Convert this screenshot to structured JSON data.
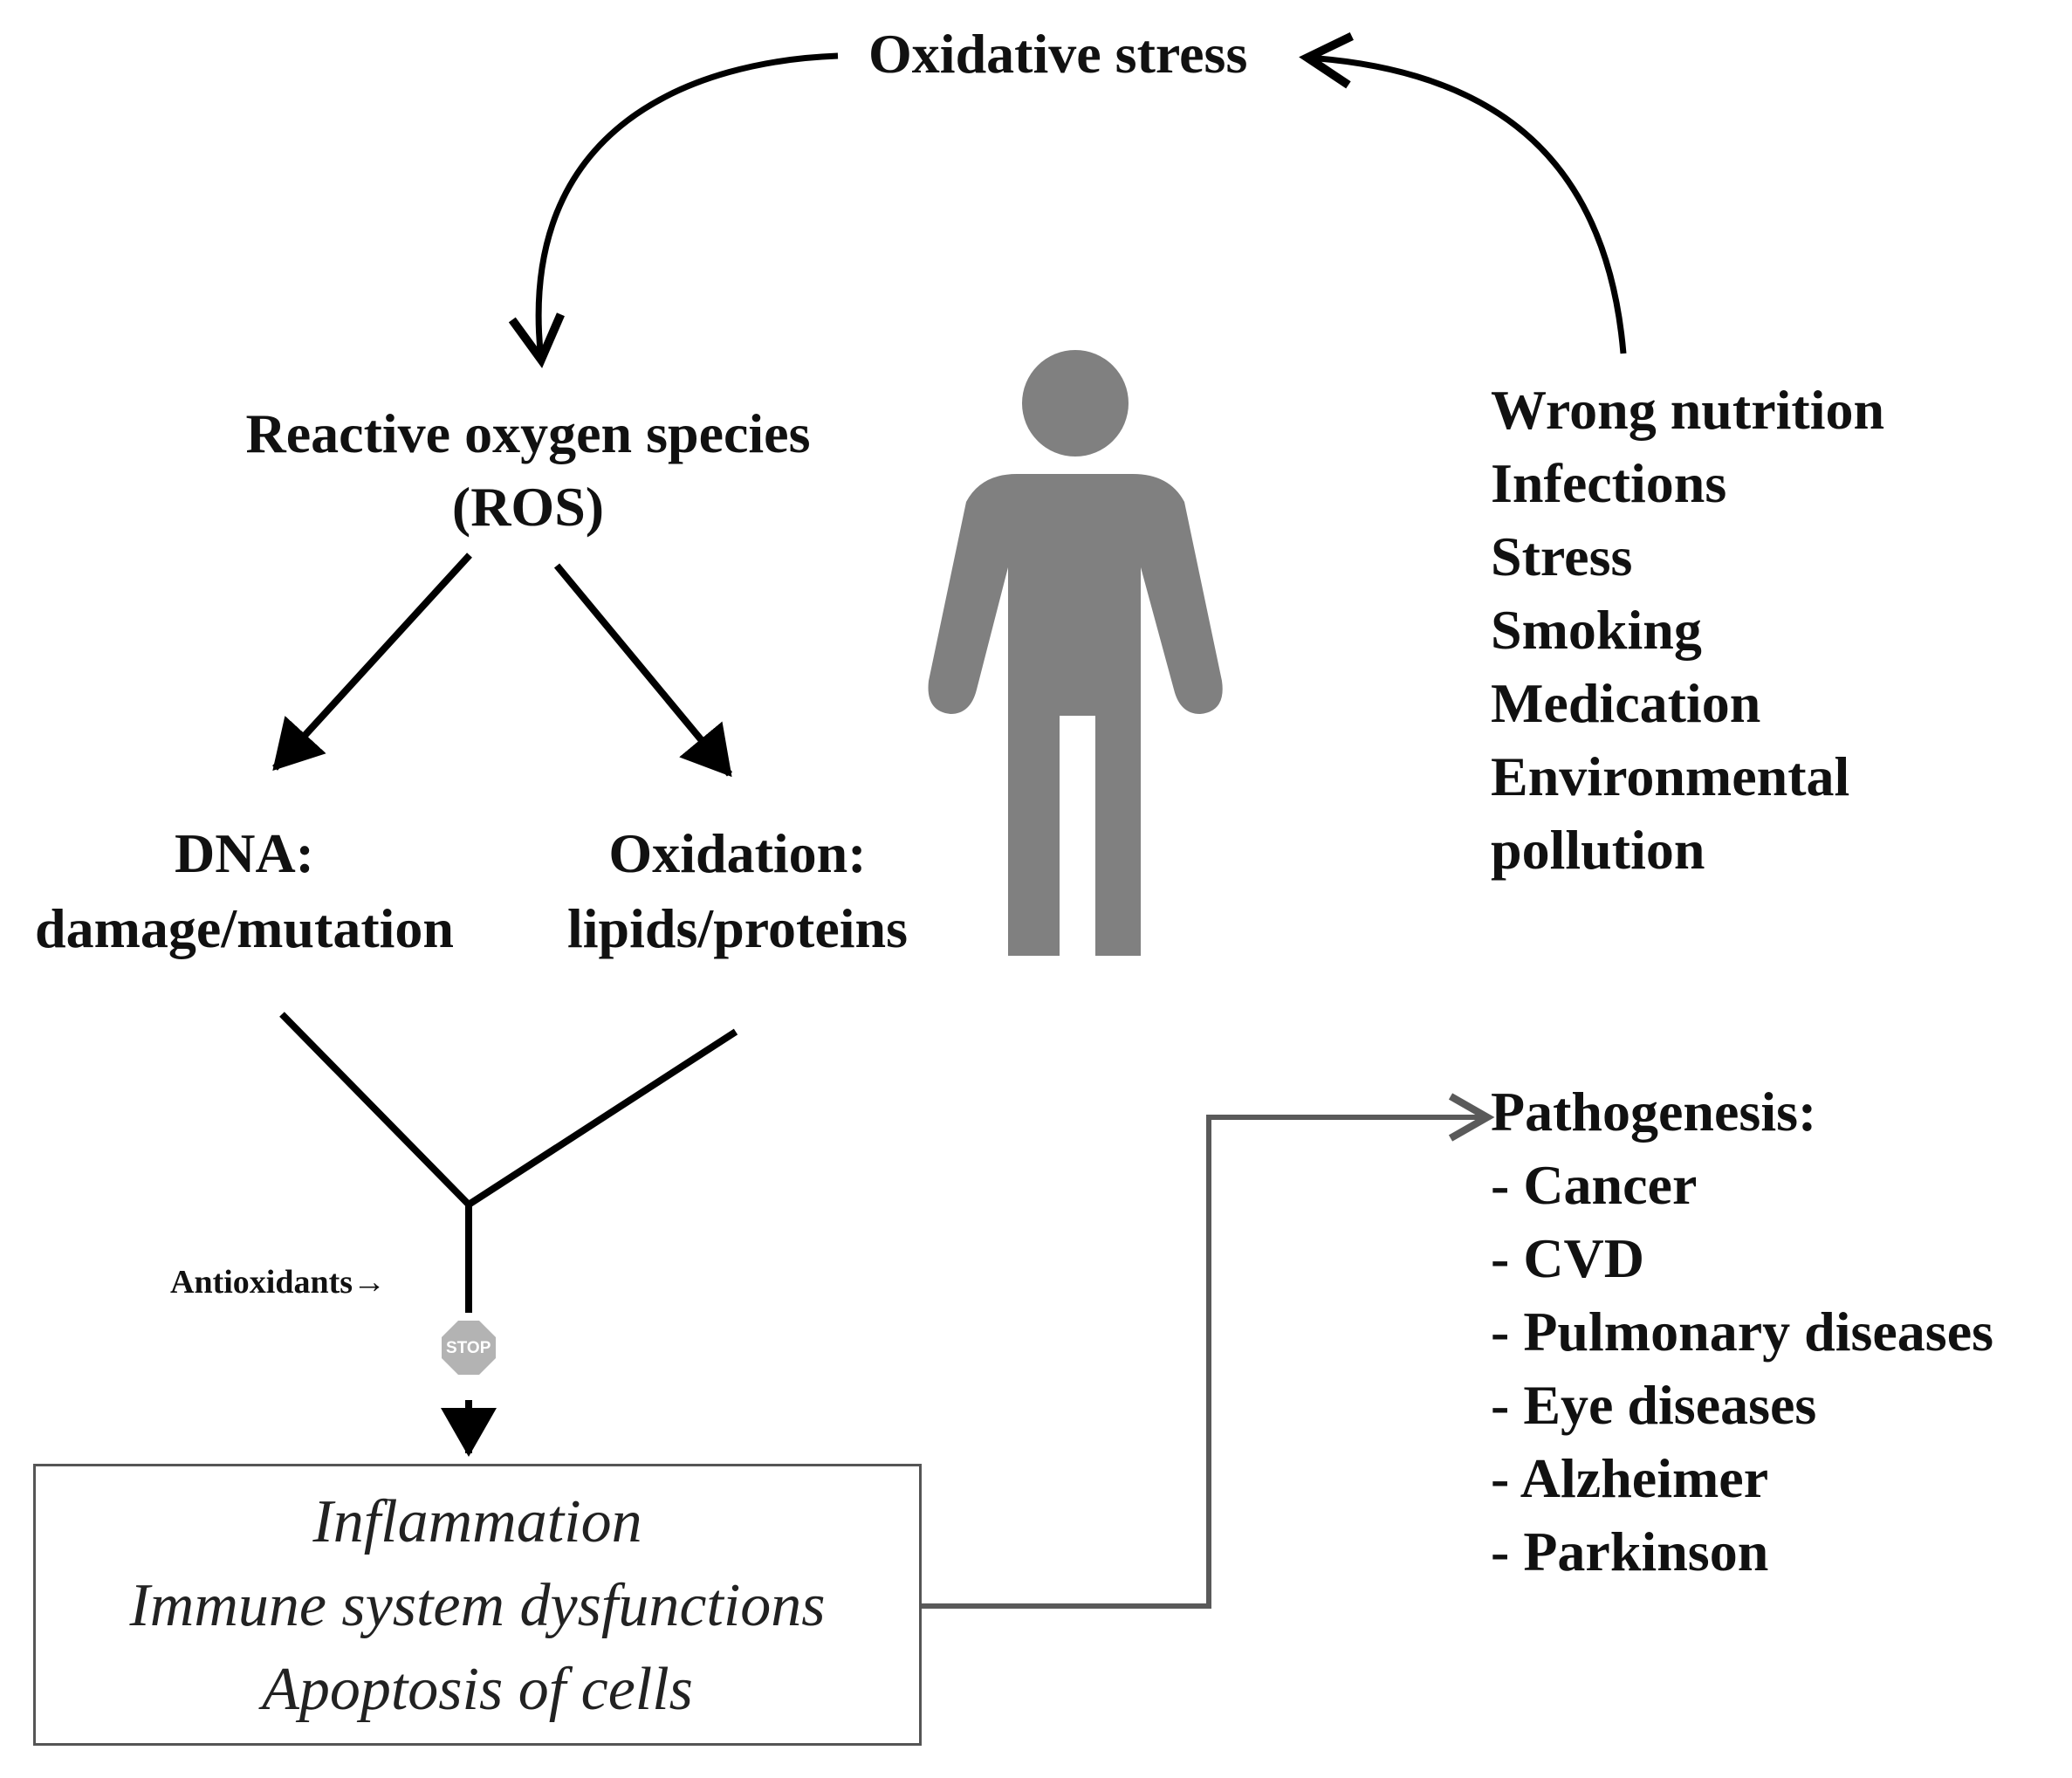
{
  "top": {
    "oxidative_stress": "Oxidative stress"
  },
  "ros": {
    "line1": "Reactive oxygen species",
    "line2": "(ROS)"
  },
  "dna": {
    "line1": "DNA:",
    "line2": "damage/mutation"
  },
  "oxidation": {
    "line1": "Oxidation:",
    "line2": "lipids/proteins"
  },
  "causes": [
    "Wrong nutrition",
    "Infections",
    "Stress",
    "Smoking",
    "Medication",
    "Environmental",
    "pollution"
  ],
  "antioxidants": "Antioxidants→",
  "stop_sign": "STOP",
  "outcomes": [
    "Inflammation",
    "Immune system dysfunctions",
    "Apoptosis of cells"
  ],
  "pathogenesis": {
    "title": "Pathogenesis:",
    "items": [
      "- Cancer",
      "- CVD",
      "- Pulmonary diseases",
      "- Eye diseases",
      "- Alzheimer",
      "- Parkinson"
    ]
  },
  "colors": {
    "person": "#808080",
    "stop_sign": "#b3b3b3",
    "connector": "#5a5a5a",
    "arrows": "#000000"
  },
  "icons": {
    "person": "person-icon",
    "stop": "stop-sign-icon"
  }
}
